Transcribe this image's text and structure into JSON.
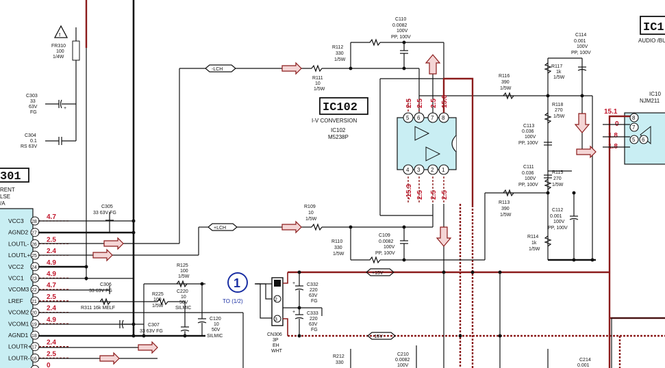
{
  "ic102": {
    "title": "IC102",
    "function": "I-V CONVERSION",
    "ref": "IC102",
    "part": "M5238P",
    "pins_top": [
      "5",
      "6",
      "7",
      "8"
    ],
    "pins_bottom": [
      "4",
      "3",
      "2",
      "1"
    ],
    "volts_top": [
      "2.5",
      "2.5",
      "2.5",
      "15.0"
    ],
    "volts_bottom": [
      "-15.3",
      "2.5",
      "2.5",
      "2.5"
    ]
  },
  "ic_right": {
    "title": "IC1",
    "sub": "AUDIO /BUF",
    "ref": "IC10",
    "part": "NJM211",
    "pins_left_top": [
      "8",
      "7"
    ],
    "pins_left_bottom": [
      "5",
      "6"
    ],
    "volts": [
      "15.1",
      "0",
      "1.8",
      "1.8"
    ]
  },
  "ic_left": {
    "title": "301",
    "sub": [
      "RENT",
      "LSE",
      "/A"
    ],
    "pins": [
      {
        "name": "VCC3",
        "num": "28",
        "volt": "4.7"
      },
      {
        "name": "AGND2",
        "num": "27",
        "volt": ""
      },
      {
        "name": "LOUTL-",
        "num": "26",
        "volt": "2.5"
      },
      {
        "name": "LOUTL+",
        "num": "25",
        "volt": "2.4"
      },
      {
        "name": "VCC2",
        "num": "24",
        "volt": "4.9"
      },
      {
        "name": "VCC1",
        "num": "23",
        "volt": "4.9"
      },
      {
        "name": "VCOM3",
        "num": "22",
        "volt": "4.7"
      },
      {
        "name": "LREF",
        "num": "21",
        "volt": "2.5"
      },
      {
        "name": "VCOM2",
        "num": "20",
        "volt": "2.4"
      },
      {
        "name": "VCOM1",
        "num": "19",
        "volt": "4.9"
      },
      {
        "name": "AGND1",
        "num": "18",
        "volt": ""
      },
      {
        "name": "LOUTR+",
        "num": "17",
        "volt": "2.4"
      },
      {
        "name": "LOUTR-",
        "num": "16",
        "volt": "2.5"
      },
      {
        "name": "",
        "num": "15",
        "volt": "0"
      }
    ]
  },
  "parts": {
    "fr310": [
      "FR310",
      "100",
      "1/4W"
    ],
    "c303": [
      "C303",
      "33",
      "63V",
      "FG"
    ],
    "c304": [
      "C304",
      "0.1",
      "RS 63V"
    ],
    "c305": [
      "C305",
      "33 63V FG"
    ],
    "c306": [
      "C306",
      "33 63V FG"
    ],
    "r311": "R311 16k MELF",
    "c307": [
      "C307",
      "33 63V FG"
    ],
    "r125": [
      "R125",
      "100",
      "1/5W"
    ],
    "r225": [
      "R225",
      "100",
      "1/5W"
    ],
    "c220": [
      "C220",
      "10",
      "50V",
      "SILMIC"
    ],
    "c120": [
      "C120",
      "10",
      "50V",
      "SILMIC"
    ],
    "r112": [
      "R112",
      "330",
      "1/5W"
    ],
    "r111": [
      "R111",
      "10",
      "1/5W"
    ],
    "c110": [
      "C110",
      "0.0082",
      "100V",
      "PP, 100V"
    ],
    "r109": [
      "R109",
      "10",
      "1/5W"
    ],
    "r110": [
      "R110",
      "330",
      "1/5W"
    ],
    "c109": [
      "C109",
      "0.0082",
      "100V",
      "PP, 100V"
    ],
    "r116": [
      "R116",
      "390",
      "1/5W"
    ],
    "r113": [
      "R113",
      "390",
      "1/5W"
    ],
    "c114": [
      "C114",
      "0.001",
      "100V",
      "PP, 100V"
    ],
    "r117": [
      "R117",
      "1k",
      "1/5W"
    ],
    "r118": [
      "R118",
      "270",
      "1/5W"
    ],
    "c113": [
      "C113",
      "0.036",
      "100V",
      "PP, 100V"
    ],
    "c111": [
      "C111",
      "0.036",
      "100V",
      "PP, 100V"
    ],
    "r115": [
      "R115",
      "270",
      "1/5W"
    ],
    "c112": [
      "C112",
      "0.001",
      "100V",
      "PP, 100V"
    ],
    "r114": [
      "R114",
      "1k",
      "1/5W"
    ],
    "c332": [
      "C332",
      "220",
      "63V",
      "FG"
    ],
    "c333": [
      "C333",
      "220",
      "63V",
      "FG"
    ],
    "cn306": [
      "CN306",
      "3P",
      "EH",
      "WHT"
    ],
    "r212": [
      "R212",
      "330"
    ],
    "c210": [
      "C210",
      "0.0082",
      "100V"
    ],
    "c214": [
      "C214",
      "0.001"
    ]
  },
  "nets": {
    "lch_minus": "-LCH",
    "lch_plus": "+LCH",
    "v_plus": "+15V",
    "v_minus": "-15V"
  },
  "connector": {
    "marker": "1",
    "to": "TO (1/2)"
  }
}
